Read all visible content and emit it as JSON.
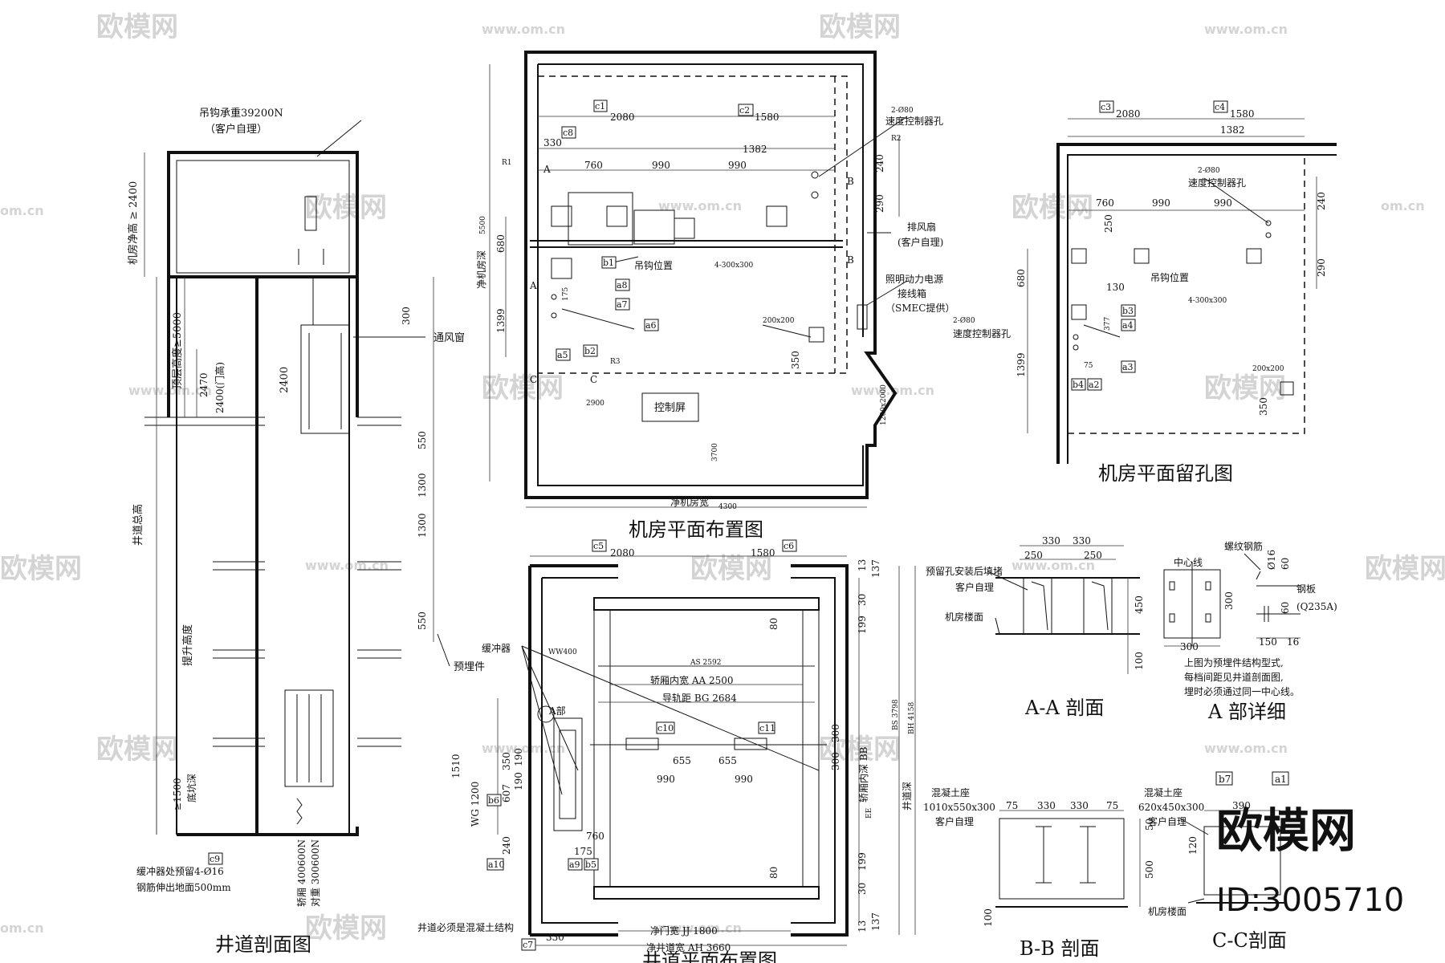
{
  "watermark": {
    "brand": "欧模网",
    "url": "www.om.cn",
    "short_url": "om.cn",
    "id_text": "ID:3005710"
  },
  "titles": {
    "shaft_section": "井道剖面图",
    "machine_room_layout": "机房平面布置图",
    "machine_room_holes": "机房平面留孔图",
    "shaft_plan": "井道平面布置图",
    "aa_section": "A-A 剖面",
    "a_detail": "A 部详细",
    "bb_section": "B-B 剖面",
    "cc_section": "C-C剖面"
  },
  "shaft_section": {
    "hook": "吊钩承重39200N",
    "hook_note": "（客户自理）",
    "room_height": "机房净高 ≥ 2400",
    "top_clearance": "顶层高度≥5000",
    "door_height_2470": "2470",
    "door_height_2400": "2400(门高)",
    "car_height": "2400",
    "total_height": "井道总高",
    "travel": "提升高度",
    "pit_depth": "≥1500",
    "pit_label": "底坑深",
    "embed": "预埋件",
    "buffer_note": "缓冲器处预留4-Ø16",
    "steel_note": "钢筋伸出地面500mm",
    "load_car": "轿厢 400600N",
    "load_cw": "对重 300600N",
    "d300": "300",
    "d550a": "550",
    "d1300a": "1300",
    "d1300b": "1300",
    "d550b": "550",
    "vent": "通风窗"
  },
  "machine_room": {
    "c1": "c1",
    "c1_val": "2080",
    "c2": "c2",
    "c2_val": "1580",
    "c8": "c8",
    "d330": "330",
    "d760": "760",
    "d990a": "990",
    "d990b": "990",
    "d1382": "1382",
    "d680": "680",
    "d1399": "1399",
    "depth": "净机房深",
    "depth_val": "5500",
    "width": "净机房宽",
    "width_val": "4300",
    "speed_hole": "2-Ø80",
    "speed_label": "速度控制器孔",
    "hook_pos": "吊钩位置",
    "hook_size": "4-300x300",
    "fan": "排风扇",
    "fan_note": "(客户自理)",
    "power_box": "照明动力电源",
    "power_box2": "接线箱",
    "power_box3": "（SMEC提供）",
    "size200": "200x200",
    "d350": "350",
    "cabinet": "控制屏",
    "d3700": "3700",
    "d2900": "2900",
    "door": "1200x2000",
    "b1": "b1",
    "a8": "a8",
    "a7": "a7",
    "a6": "a6",
    "a5": "a5",
    "b2": "b2",
    "r1": "R1",
    "r2": "R2",
    "r3": "R3",
    "label_a": "A",
    "label_b": "B",
    "label_c": "C",
    "d240": "240",
    "d290": "290",
    "d175": "175"
  },
  "holes": {
    "c3": "c3",
    "c3_val": "2080",
    "c4": "c4",
    "c4_val": "1580",
    "d1382": "1382",
    "d760": "760",
    "d990a": "990",
    "d990b": "990",
    "speed_hole": "2-Ø80",
    "speed_label": "速度控制器孔",
    "hook_pos": "吊钩位置",
    "hook_size": "4-300x300",
    "d130": "130",
    "d250": "250",
    "d240": "240",
    "d290": "290",
    "d680": "680",
    "d1399": "1399",
    "d350": "350",
    "size200": "200x200",
    "b3": "b3",
    "a4": "a4",
    "a3": "a3",
    "b4": "b4",
    "a2": "a2",
    "d377": "377",
    "d75": "75"
  },
  "shaft_plan": {
    "c5": "c5",
    "c5_val": "2080",
    "c6": "c6",
    "c6_val": "1580",
    "c7": "c7",
    "d330": "330",
    "ww": "WW400",
    "as": "AS 2592",
    "aa": "轿厢内宽 AA 2500",
    "bg": "导轨距 BG 2684",
    "bs": "BS 3798",
    "bh": "BH 4158",
    "bb_depth": "轿厢内深 BB",
    "shaft_depth": "井道深",
    "buffer": "缓冲器",
    "a_part": "A部",
    "wg": "WG 1200",
    "d1510": "1510",
    "d607": "607",
    "d350": "350",
    "d190a": "190",
    "d190b": "190",
    "d655a": "655",
    "d655b": "655",
    "d990a": "990",
    "d990b": "990",
    "d760": "760",
    "d175": "175",
    "d240": "240",
    "d80a": "80",
    "d80b": "80",
    "d199a": "199",
    "d199b": "199",
    "d30a": "30",
    "d30b": "30",
    "d13a": "13",
    "d13b": "13",
    "d137a": "137",
    "d137b": "137",
    "d300a": "300",
    "d300b": "300",
    "ee": "EE",
    "door_width": "净门宽 JJ 1800",
    "shaft_width": "净井道宽 AH 3660",
    "concrete": "井道必须是混凝土结构",
    "c9": "c9",
    "c10": "c10",
    "c11": "c11",
    "b6": "b6",
    "a9": "a9",
    "b5": "b5",
    "a10": "a10"
  },
  "aa": {
    "d330a": "330",
    "d330b": "330",
    "d250a": "250",
    "d250b": "250",
    "fill_note": "预留孔安装后填堵",
    "client": "客户自理",
    "floor": "机房楼面",
    "d450": "450",
    "d100": "100"
  },
  "adetail": {
    "rebar": "螺纹钢筋",
    "center": "中心线",
    "phi": "Ø16",
    "d60a": "60",
    "d60b": "60",
    "plate": "钢板",
    "plate_mat": "(Q235A)",
    "d300a": "300",
    "d300b": "300",
    "d150": "150",
    "d16": "16",
    "note1": "上图为预埋件结构型式,",
    "note2": "每档间距见井道剖面图,",
    "note3": "埋时必须通过同一中心线。"
  },
  "bb": {
    "beam": "混凝土座",
    "beam_size": "1010x550x300",
    "client": "客户自理",
    "d75a": "75",
    "d330a": "330",
    "d330b": "330",
    "d75b": "75",
    "d50": "50",
    "d500": "500",
    "d100": "100"
  },
  "cc": {
    "b7": "b7",
    "a1": "a1",
    "beam": "混凝土座",
    "beam_size": "620x450x300",
    "client": "客户自理",
    "floor": "机房楼面",
    "d390": "390",
    "d120": "120"
  }
}
